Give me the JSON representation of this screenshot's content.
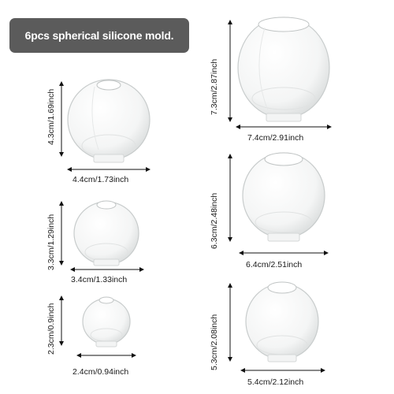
{
  "title": "6pcs spherical silicone mold.",
  "molds": [
    {
      "id": "small-1",
      "height_label": "4.3cm/1.69inch",
      "width_label": "4.4cm/1.73inch"
    },
    {
      "id": "small-2",
      "height_label": "3.3cm/1.29inch",
      "width_label": "3.4cm/1.33inch"
    },
    {
      "id": "small-3",
      "height_label": "2.3cm/0.9inch",
      "width_label": "2.4cm/0.94inch"
    },
    {
      "id": "large-1",
      "height_label": "7.3cm/2.87inch",
      "width_label": "7.4cm/2.91inch"
    },
    {
      "id": "large-2",
      "height_label": "6.3cm/2.48inch",
      "width_label": "6.4cm/2.51inch"
    },
    {
      "id": "large-3",
      "height_label": "5.3cm/2.08inch",
      "width_label": "5.4cm/2.12inch"
    }
  ]
}
